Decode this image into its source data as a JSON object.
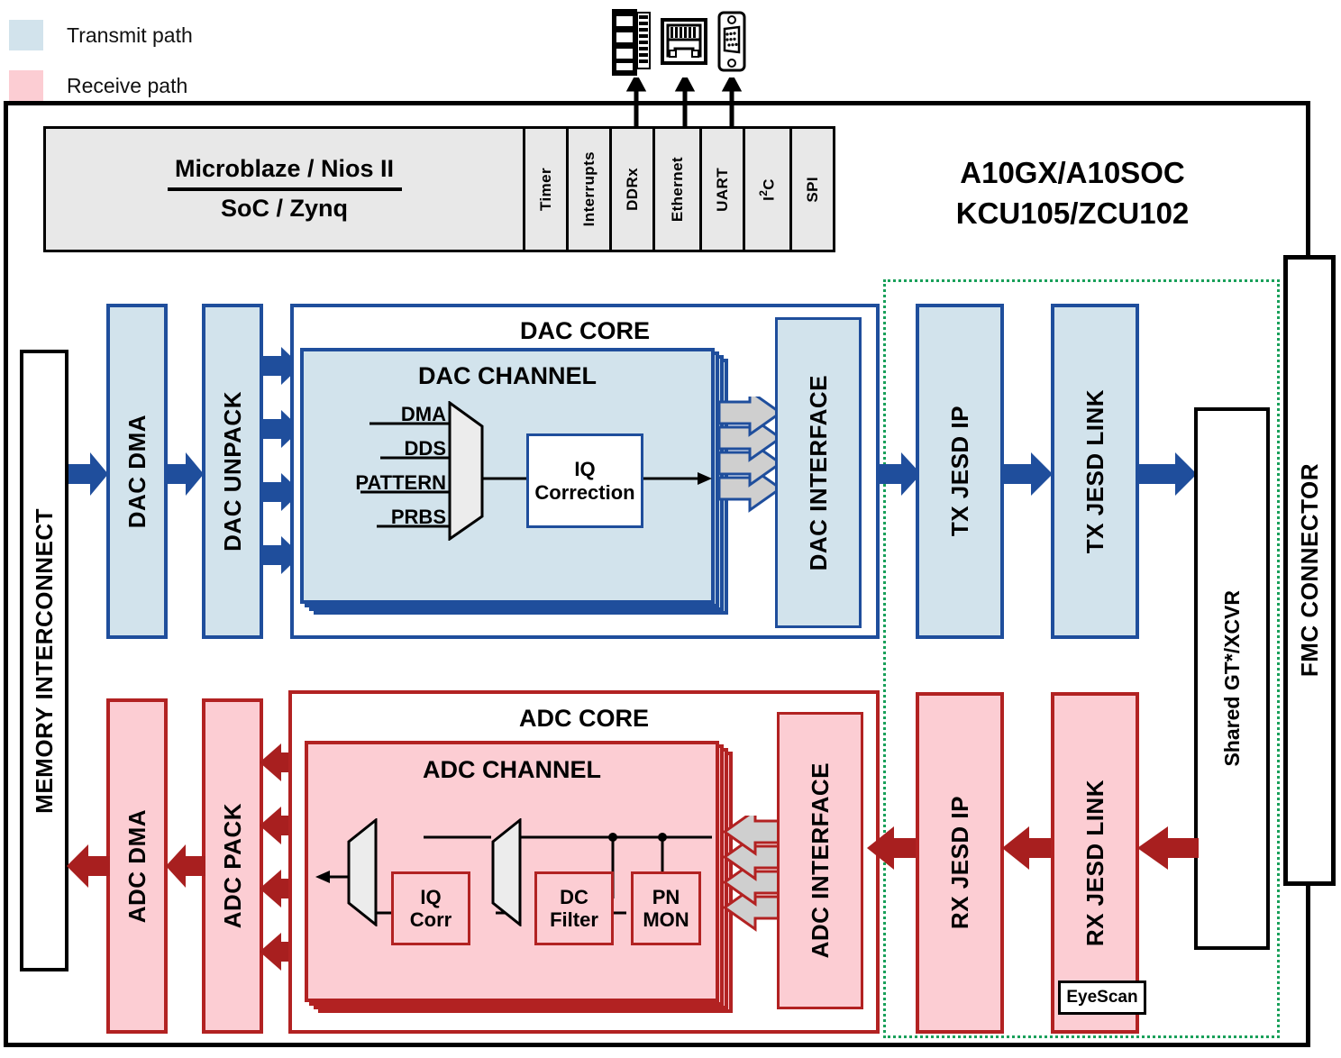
{
  "legend": {
    "items": [
      {
        "label": "Transmit path",
        "color": "#d2e3ec",
        "name": "transmit-path"
      },
      {
        "label": "Receive path",
        "color": "#fccdd3",
        "name": "receive-path"
      }
    ]
  },
  "connectors": [
    {
      "name": "ddr-memory-connector-icon",
      "icon": "memory-module"
    },
    {
      "name": "ethernet-rj45-connector-icon",
      "icon": "rj45"
    },
    {
      "name": "serial-db9-connector-icon",
      "icon": "db9"
    }
  ],
  "cpu": {
    "line1": "Microblaze / Nios II",
    "line2": "SoC / Zynq",
    "peripherals": [
      {
        "label": "Timer",
        "name": "timer"
      },
      {
        "label": "Interrupts",
        "name": "interrupts"
      },
      {
        "label": "DDRx",
        "name": "ddrx"
      },
      {
        "label": "Ethernet",
        "name": "ethernet"
      },
      {
        "label": "UART",
        "name": "uart"
      },
      {
        "label": "I2C",
        "name": "i2c",
        "html": "I<sup>2</sup>C"
      },
      {
        "label": "SPI",
        "name": "spi"
      }
    ]
  },
  "device": {
    "line1": "A10GX/A10SOC",
    "line2": "KCU105/ZCU102"
  },
  "blocks": {
    "memory_interconnect": "MEMORY INTERCONNECT",
    "dac_dma": "DAC DMA",
    "dac_unpack": "DAC UNPACK",
    "dac_core": "DAC CORE",
    "dac_channel": "DAC CHANNEL",
    "dac_interface": "DAC INTERFACE",
    "tx_jesd_ip": "TX JESD IP",
    "tx_jesd_link": "TX JESD LINK",
    "shared_xcvr": "Shared GT*/XCVR",
    "fmc_connector": "FMC CONNECTOR",
    "adc_dma": "ADC DMA",
    "adc_pack": "ADC PACK",
    "adc_core": "ADC CORE",
    "adc_channel": "ADC CHANNEL",
    "adc_interface": "ADC INTERFACE",
    "rx_jesd_ip": "RX JESD IP",
    "rx_jesd_link": "RX JESD LINK",
    "eyescan": "EyeScan"
  },
  "dac_channel": {
    "sources": [
      "DMA",
      "DDS",
      "PATTERN",
      "PRBS"
    ],
    "stage": "IQ\nCorrection",
    "stage_line1": "IQ",
    "stage_line2": "Correction"
  },
  "adc_channel": {
    "iq_line1": "IQ",
    "iq_line2": "Corr",
    "dc_line1": "DC",
    "dc_line2": "Filter",
    "pn_line1": "PN",
    "pn_line2": "MON"
  },
  "colors": {
    "transmit_fill": "#d2e3ec",
    "transmit_border": "#1f4e9c",
    "transmit_arrow": "#1f4e9c",
    "receive_fill": "#fccdd3",
    "receive_border": "#b22222",
    "receive_arrow": "#a81f1f",
    "cpu_fill": "#e8e8e8",
    "mux_fill": "#e0e0e0",
    "region_dash": "#19a05a",
    "frame": "#000000"
  }
}
